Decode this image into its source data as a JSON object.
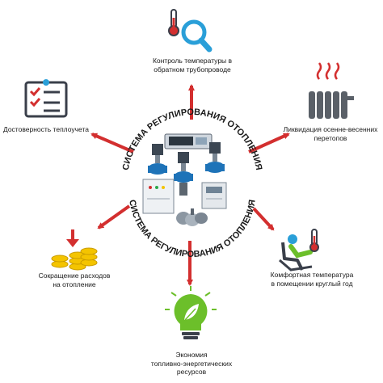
{
  "center": {
    "ring_top_text": "СИСТЕМА РЕГУЛИРОВАНИЯ ОТОПЛЕНИЯ",
    "ring_bottom_text": "СИСТЕМА РЕГУЛИРОВАНИЯ ОТОПЛЕНИЯ"
  },
  "benefits": [
    {
      "id": "return-temp",
      "icon": "thermometer-magnifier-icon",
      "line1": "Контроль температуры в",
      "line2": "обратном трубопроводе"
    },
    {
      "id": "heat-meter",
      "icon": "checklist-clipboard-icon",
      "line1": "Достоверность теплоучета",
      "line2": ""
    },
    {
      "id": "overheat",
      "icon": "radiator-icon",
      "line1": "Ликвидация осенне-весенних",
      "line2": "перетопов"
    },
    {
      "id": "cost",
      "icon": "coin-stack-icon",
      "line1": "Сокращение расходов",
      "line2": "на отопление"
    },
    {
      "id": "comfort",
      "icon": "person-armchair-icon",
      "line1": "Комфортная температура",
      "line2": "в помещении круглый год"
    },
    {
      "id": "economy",
      "icon": "leaf-lightbulb-icon",
      "line1": "Экономия",
      "line2": "топливно-энергетических",
      "line3": "ресурсов"
    }
  ],
  "colors": {
    "arrow": "#d32f2f",
    "accent_blue": "#2a9fd8",
    "icon_dark": "#3a3f4a",
    "coin": "#f4c400",
    "leaf_green": "#6cbf2a"
  }
}
